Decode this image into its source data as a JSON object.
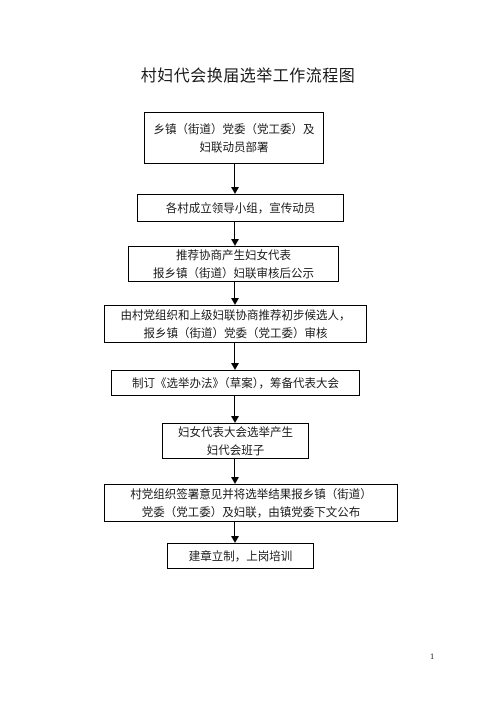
{
  "title": "村妇代会换届选举工作流程图",
  "steps": [
    {
      "line1": "乡镇（街道）党委（党工委）及",
      "line2": "妇联动员部署"
    },
    {
      "line1": "各村成立领导小组，宣传动员",
      "line2": ""
    },
    {
      "line1": "推荐协商产生妇女代表",
      "line2": "报乡镇（街道）妇联审核后公示"
    },
    {
      "line1": "由村党组织和上级妇联协商推荐初步候选人，",
      "line2": "报乡镇（街道）党委（党工委）审核"
    },
    {
      "line1": "制订《选举办法》（草案），筹备代表大会",
      "line2": ""
    },
    {
      "line1": "妇女代表大会选举产生",
      "line2": "妇代会班子"
    },
    {
      "line1": "村党组织签署意见并将选举结果报乡镇（街道）",
      "line2": "党委（党工委）及妇联，由镇党委下文公布"
    },
    {
      "line1": "建章立制，上岗培训",
      "line2": ""
    }
  ],
  "page_number": "1"
}
